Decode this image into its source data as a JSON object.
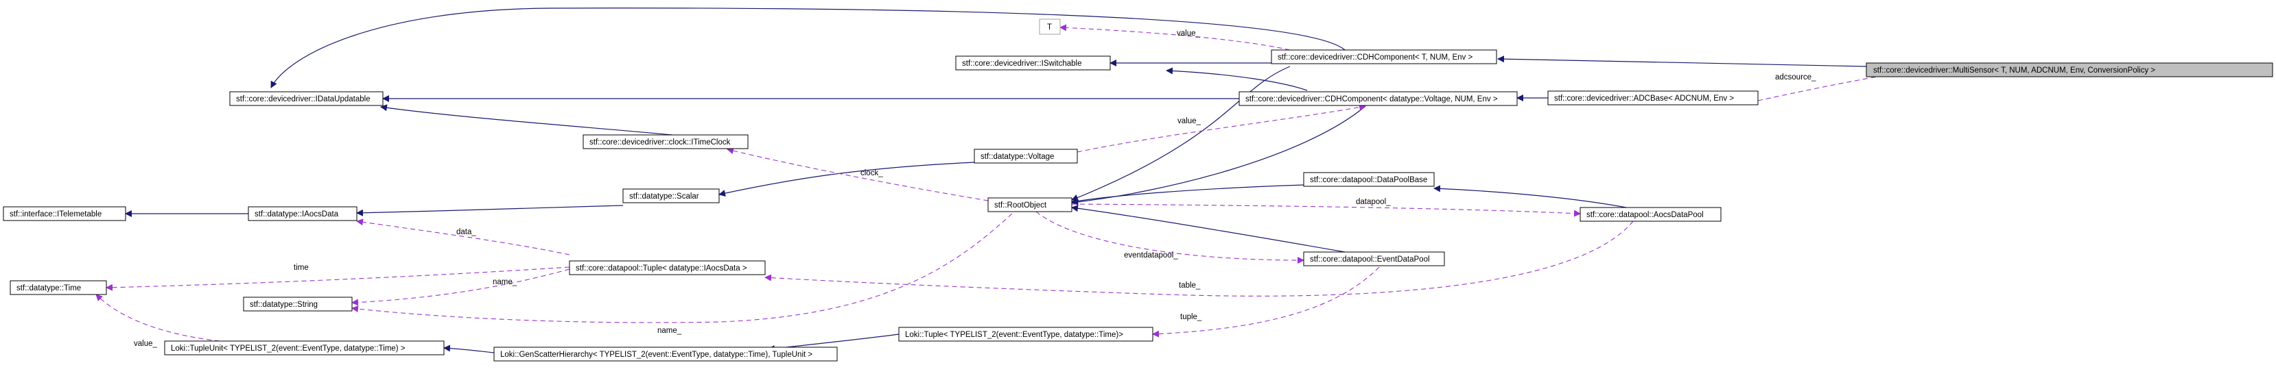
{
  "colors": {
    "inheritance": "#191970",
    "usage": "#9a32cd",
    "highlight_fill": "#bfbfbf"
  },
  "nodes": {
    "multisensor": "stf::core::devicedriver::MultiSensor< T, NUM, ADCNUM, Env, ConversionPolicy >",
    "t": "T",
    "cdh_t": "stf::core::devicedriver::CDHComponent< T, NUM, Env >",
    "iswitchable": "stf::core::devicedriver::ISwitchable",
    "idataupdatable": "stf::core::devicedriver::IDataUpdatable",
    "cdh_voltage": "stf::core::devicedriver::CDHComponent< datatype::Voltage, NUM, Env >",
    "adcbase": "stf::core::devicedriver::ADCBase< ADCNUM, Env >",
    "itimeclock": "stf::core::devicedriver::clock::ITimeClock",
    "voltage": "stf::datatype::Voltage",
    "datapoolbase": "stf::core::datapool::DataPoolBase",
    "itelemetable": "stf::interface::ITelemetable",
    "iaocsdata": "stf::datatype::IAocsData",
    "scalar": "stf::datatype::Scalar",
    "rootobject": "stf::RootObject",
    "aocsdatapool": "stf::core::datapool::AocsDataPool",
    "eventdatapool": "stf::core::datapool::EventDataPool",
    "time": "stf::datatype::Time",
    "tuple_iaocs": "stf::core::datapool::Tuple< datatype::IAocsData >",
    "string": "stf::datatype::String",
    "loki_tuple": "Loki::Tuple< TYPELIST_2(event::EventType, datatype::Time)>",
    "loki_tupleunit": "Loki::TupleUnit< TYPELIST_2(event::EventType, datatype::Time) >",
    "loki_genscatter": "Loki::GenScatterHierarchy< TYPELIST_2(event::EventType, datatype::Time), TupleUnit >"
  },
  "edge_labels": {
    "value_t": "value_",
    "adcsource": "adcsource_",
    "value_voltage": "value_",
    "clock": "clock_",
    "datapool": "datapool_",
    "eventdatapool": "eventdatapool_",
    "data": "data_",
    "time": "time",
    "name_tuple": "name_",
    "name_root": "name_",
    "table": "table_",
    "tuple": "tuple_",
    "value_time": "value_"
  }
}
